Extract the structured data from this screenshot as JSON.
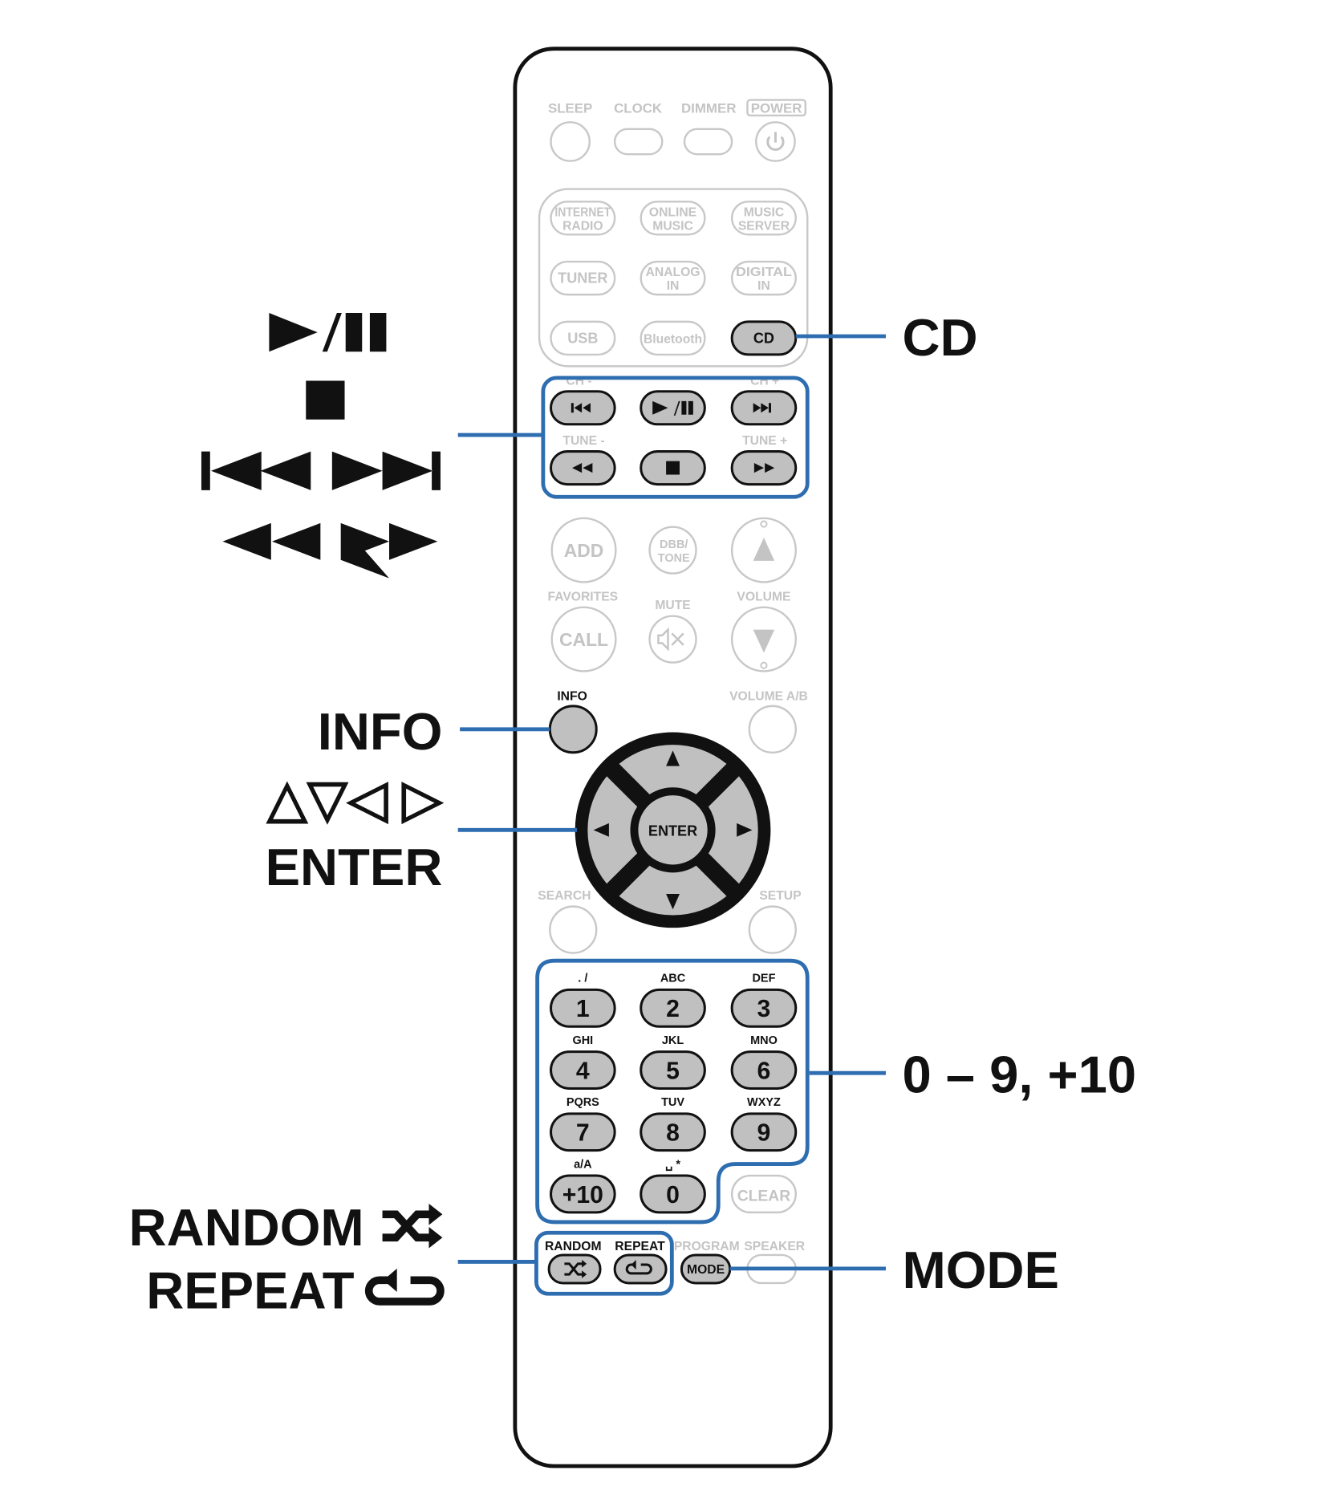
{
  "colors": {
    "accent": "#2e6db0",
    "button_active": "#c0c0c0",
    "button_inactive": "#c8c8c8",
    "outline": "#111111"
  },
  "top_row": {
    "sleep": "SLEEP",
    "clock": "CLOCK",
    "dimmer": "DIMMER",
    "power": "POWER"
  },
  "inputs": [
    {
      "l1": "INTERNET",
      "l2": "RADIO"
    },
    {
      "l1": "ONLINE",
      "l2": "MUSIC"
    },
    {
      "l1": "MUSIC",
      "l2": "SERVER"
    },
    {
      "l1": "TUNER",
      "l2": ""
    },
    {
      "l1": "ANALOG",
      "l2": "IN"
    },
    {
      "l1": "DIGITAL",
      "l2": "IN"
    },
    {
      "l1": "USB",
      "l2": ""
    },
    {
      "l1": "Bluetooth",
      "l2": ""
    },
    {
      "l1": "CD",
      "l2": "",
      "active": true
    }
  ],
  "transport": {
    "ch_minus": "CH -",
    "ch_plus": "CH +",
    "tune_minus": "TUNE -",
    "tune_plus": "TUNE +"
  },
  "middle": {
    "add": "ADD",
    "dbb_1": "DBB/",
    "dbb_2": "TONE",
    "favorites": "FAVORITES",
    "mute": "MUTE",
    "volume": "VOLUME",
    "call": "CALL",
    "info": "INFO",
    "volume_ab": "VOLUME A/B",
    "enter": "ENTER",
    "search": "SEARCH",
    "setup": "SETUP"
  },
  "keypad": [
    {
      "key": "1",
      "sub": ". /"
    },
    {
      "key": "2",
      "sub": "ABC"
    },
    {
      "key": "3",
      "sub": "DEF"
    },
    {
      "key": "4",
      "sub": "GHI"
    },
    {
      "key": "5",
      "sub": "JKL"
    },
    {
      "key": "6",
      "sub": "MNO"
    },
    {
      "key": "7",
      "sub": "PQRS"
    },
    {
      "key": "8",
      "sub": "TUV"
    },
    {
      "key": "9",
      "sub": "WXYZ"
    },
    {
      "key": "+10",
      "sub": "a/A"
    },
    {
      "key": "0",
      "sub": "␣ *"
    }
  ],
  "clear": "CLEAR",
  "bottom": {
    "random": "RANDOM",
    "repeat": "REPEAT",
    "program": "PROGRAM",
    "speaker": "SPEAKER",
    "mode": "MODE"
  },
  "callouts": {
    "cd": "CD",
    "info": "INFO",
    "arrows": "△▽◁ ▷",
    "enter": "ENTER",
    "numbers": "0 – 9, +10",
    "random": "RANDOM",
    "repeat": "REPEAT",
    "mode": "MODE"
  }
}
